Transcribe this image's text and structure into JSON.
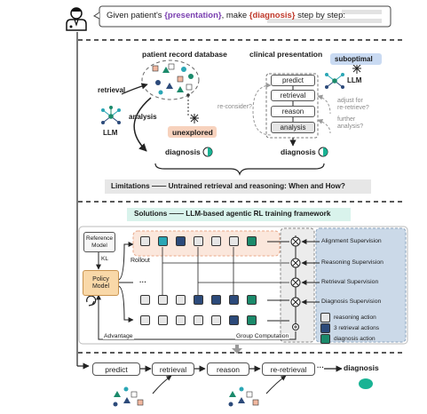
{
  "header": {
    "prompt_prefix": "Given patient's ",
    "presentation_token": "{presentation}",
    "prompt_middle": ", make ",
    "diagnosis_token": "{diagnosis}",
    "prompt_suffix": " step by step:"
  },
  "left_panel": {
    "title": "patient record database",
    "retrieval": "retrieval",
    "analysis": "analysis",
    "llm": "LLM",
    "unexplored": "unexplored",
    "diagnosis": "diagnosis"
  },
  "right_panel": {
    "title": "clinical presentation",
    "steps": [
      "predict",
      "retrieval",
      "reason",
      "analysis"
    ],
    "reconsider": "re-consider?",
    "suboptimal": "suboptimal",
    "llm": "LLM",
    "adjust": [
      "adjust for",
      "re-retrieve?"
    ],
    "further": [
      "further",
      "analysis?"
    ],
    "diagnosis": "diagnosis"
  },
  "limitations": "Limitations —— Untrained retrieval and reasoning: When and How?",
  "solutions": "Solutions —— LLM-based agentic RL training framework",
  "framework": {
    "reference_model": [
      "Reference",
      "Model"
    ],
    "kl": "KL",
    "policy_model": [
      "Policy",
      "Model"
    ],
    "rollout": "Rollout",
    "dots": "···",
    "advantage": "Advantage",
    "group_computation": "Group Computation",
    "supervision": [
      "Alignment Supervision",
      "Reasoning Supervision",
      "Retrieval Supervision",
      "Diagnosis Supervision"
    ],
    "legend": [
      "reasoning action",
      "3 retrieval actions",
      "diagnosis action"
    ]
  },
  "bottom_chain": {
    "steps": [
      "predict",
      "retrieval",
      "reason",
      "re-retrieval"
    ],
    "ellipsis": "···",
    "diagnosis": "diagnosis"
  },
  "colors": {
    "presentation": "#7a3fb0",
    "diagnosis": "#c0392b",
    "reasoning_action": "#e6e6e6",
    "retrieval_action": "#2c4a7a",
    "diagnosis_action": "#1b8a6b",
    "cyan_action": "#2aa6b5",
    "supervision_bg": "#cbd9e8",
    "limitations_bg": "#e7e7e7",
    "solutions_bg": "#d9f3ec",
    "unexplored_bg": "#f7d2bd",
    "suboptimal_bg": "#c9daf2",
    "diagnosis_circle": "#19b394"
  }
}
